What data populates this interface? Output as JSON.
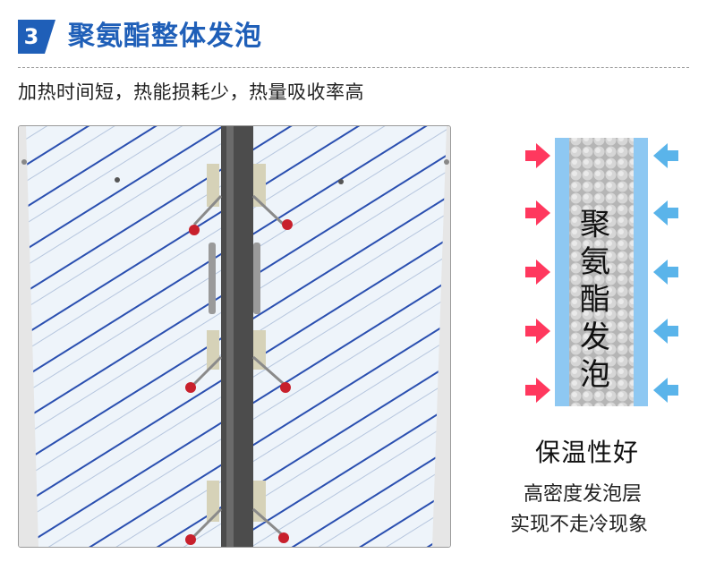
{
  "header": {
    "step_number": "3",
    "title": "聚氨酯整体发泡",
    "subtitle": "加热时间短，热能损耗少，热量吸收率高"
  },
  "diagram": {
    "foam_label_chars": [
      "聚",
      "氨",
      "酯",
      "发",
      "泡"
    ]
  },
  "captions": {
    "line1": "保温性好",
    "line2": "高密度发泡层",
    "line3": "实现不走冷现象"
  },
  "colors": {
    "accent_blue": "#1f5fb8",
    "heat_arrow": "#ff2d55",
    "cold_arrow": "#5ab4ea",
    "panel_blue": "#8ec8f2"
  }
}
